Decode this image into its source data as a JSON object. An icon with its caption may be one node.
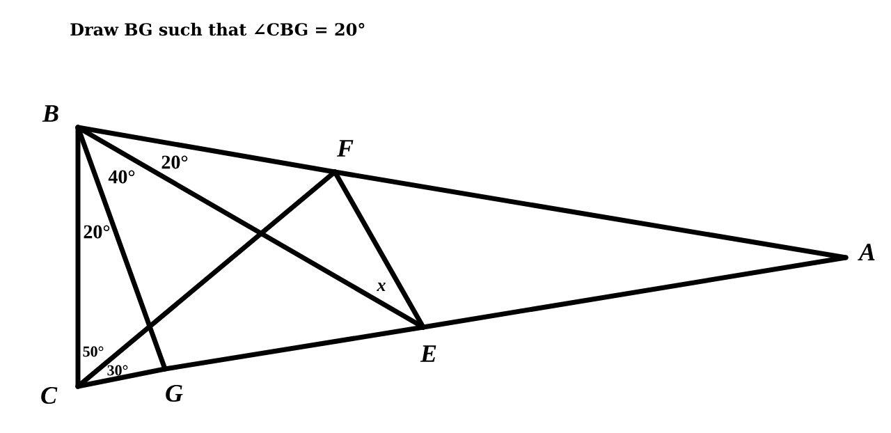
{
  "diagram": {
    "title": "Draw BG such that ∠CBG = 20°",
    "nodes": [
      {
        "text": [
          "B"
        ]
      },
      {
        "text": [
          "F"
        ]
      },
      {
        "text": [
          "A"
        ]
      },
      {
        "text": [
          "E"
        ]
      },
      {
        "text": [
          "C"
        ]
      },
      {
        "text": [
          "G"
        ]
      }
    ],
    "edges": [
      {
        "from": 0,
        "to": 4,
        "arrow": "none"
      },
      {
        "from": 0,
        "to": 1,
        "arrow": "none"
      },
      {
        "from": 1,
        "to": 2,
        "arrow": "none"
      },
      {
        "from": 4,
        "to": 5,
        "arrow": "none"
      },
      {
        "from": 5,
        "to": 3,
        "arrow": "none"
      },
      {
        "from": 3,
        "to": 2,
        "arrow": "none"
      },
      {
        "from": 0,
        "to": 5,
        "arrow": "none"
      },
      {
        "from": 0,
        "to": 3,
        "arrow": "none"
      },
      {
        "from": 4,
        "to": 1,
        "arrow": "none"
      },
      {
        "from": 1,
        "to": 3,
        "arrow": "none"
      }
    ],
    "labels": [
      "20°",
      "40°",
      "20°",
      "50°",
      "30°",
      "*x*"
    ]
  }
}
